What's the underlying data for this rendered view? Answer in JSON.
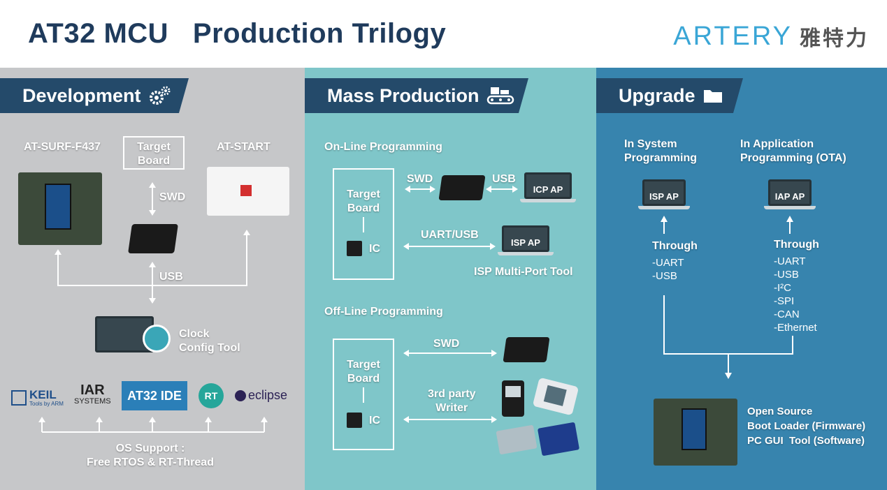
{
  "title": "AT32 MCU   Production Trilogy",
  "logo": {
    "en": "ARTERY",
    "cn": "雅特力"
  },
  "development": {
    "header": "Development",
    "icon": "gears-icon",
    "at_surf": "AT-SURF-F437",
    "target_board": "Target\nBoard",
    "at_start": "AT-START",
    "swd": "SWD",
    "usb": "USB",
    "clock_config": "Clock\nConfig Tool",
    "ide_logos": {
      "keil": "KEIL",
      "keil_sub": "Tools by ARM",
      "iar": "IAR",
      "iar_sub": "SYSTEMS",
      "at32ide": "AT32 IDE",
      "rt": "RT",
      "eclipse": "eclipse"
    },
    "os_support": "OS Support :\nFree RTOS & RT-Thread"
  },
  "mass_production": {
    "header": "Mass Production",
    "icon": "conveyor-icon",
    "online": "On-Line Programming",
    "target_board": "Target\nBoard",
    "ic": "IC",
    "swd": "SWD",
    "usb": "USB",
    "icp_ap": "ICP AP",
    "uart_usb": "UART/USB",
    "isp_ap": "ISP AP",
    "isp_multi": "ISP Multi-Port Tool",
    "offline": "Off-Line Programming",
    "target_board2": "Target\nBoard",
    "ic2": "IC",
    "swd2": "SWD",
    "third_party": "3rd party\nWriter"
  },
  "upgrade": {
    "header": "Upgrade",
    "icon": "folder-icon",
    "isp_title": "In System\nProgramming",
    "iap_title": "In Application\nProgramming (OTA)",
    "isp_ap": "ISP AP",
    "iap_ap": "IAP AP",
    "through1": "Through",
    "through1_items": "-UART\n-USB",
    "through2": "Through",
    "through2_items": "-UART\n-USB\n-I²C\n-SPI\n-CAN\n-Ethernet",
    "open_source": "Open Source\nBoot Loader (Firmware)\nPC GUI  Tool (Software)"
  },
  "colors": {
    "title": "#1f3b5c",
    "header_bg": "#244a6a",
    "dev_bg": "#c6c7c9",
    "mass_bg": "#7fc6c9",
    "upgrade_bg": "#3784ae"
  }
}
